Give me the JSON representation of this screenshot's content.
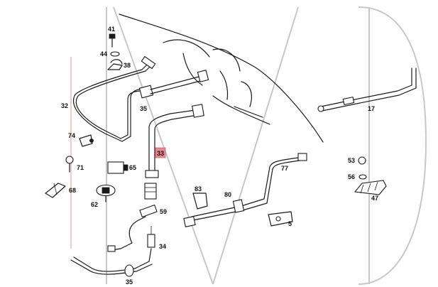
{
  "highlight_color": "#e8868a",
  "labels": {
    "l41": "41",
    "l44": "44",
    "l38": "38",
    "l32": "32",
    "l35a": "35",
    "l74": "74",
    "l71": "71",
    "l68": "68",
    "l65": "65",
    "l62": "62",
    "l33": "33",
    "l59": "59",
    "l34": "34",
    "l35b": "35",
    "l83": "83",
    "l80": "80",
    "l5": "5",
    "l77": "77",
    "l17": "17",
    "l53": "53",
    "l56": "56",
    "l47": "47"
  }
}
